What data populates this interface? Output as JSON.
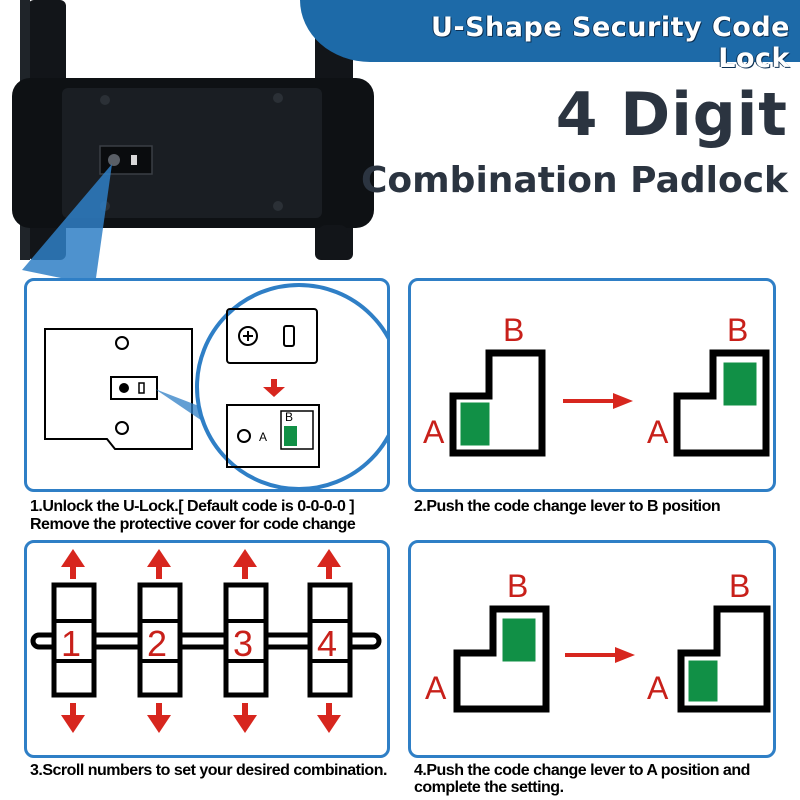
{
  "header": {
    "banner": "U-Shape Security Code Lock",
    "headline_1": "4 Digit",
    "headline_2": "Combination Padlock"
  },
  "steps": [
    {
      "id": 1,
      "line_1": "1.Unlock the U-Lock.[ Default code is 0-0-0-0 ]",
      "line_2": "Remove the protective cover for code change"
    },
    {
      "id": 2,
      "line_1": "2.Push the code change lever to B position"
    },
    {
      "id": 3,
      "line_1": "3.Scroll numbers to set your desired combination."
    },
    {
      "id": 4,
      "line_1": "4.Push the code change lever to A position and",
      "line_2": "complete the setting."
    }
  ],
  "labels": {
    "a": "A",
    "b": "B"
  },
  "digits": [
    "1",
    "2",
    "3",
    "4"
  ],
  "colors": {
    "banner": "#1d6aa8",
    "panel_border": "#2f7fc6",
    "arrow": "#d7261e",
    "lever": "#119046",
    "lock_body": "#111418"
  }
}
